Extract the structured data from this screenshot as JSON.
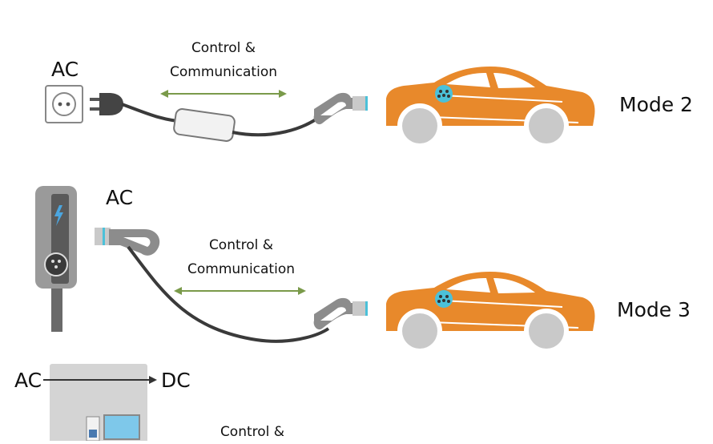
{
  "rows": [
    {
      "mode": "Mode 2",
      "supply": "AC",
      "link": [
        "Control &",
        "Communication"
      ]
    },
    {
      "mode": "Mode 3",
      "supply": "AC",
      "link": [
        "Control &",
        "Communication"
      ]
    },
    {
      "conversion": {
        "from": "AC",
        "to": "DC"
      },
      "link": [
        "Control &"
      ]
    }
  ],
  "colors": {
    "car_body": "#E8892B",
    "car_wheel": "#C9C9C9",
    "cable": "#3A3A3A",
    "arrow": "#7A9A4A",
    "inlet": "#4BC1D9",
    "bolt": "#4BA6E0",
    "charger_body": "#8C8C8C",
    "dc_box": "#D4D4D4"
  },
  "icons": [
    "wall-socket-icon",
    "plug-icon",
    "control-box-icon",
    "connector-icon",
    "car-icon",
    "charging-station-icon",
    "lightning-icon",
    "dc-charger-icon"
  ]
}
